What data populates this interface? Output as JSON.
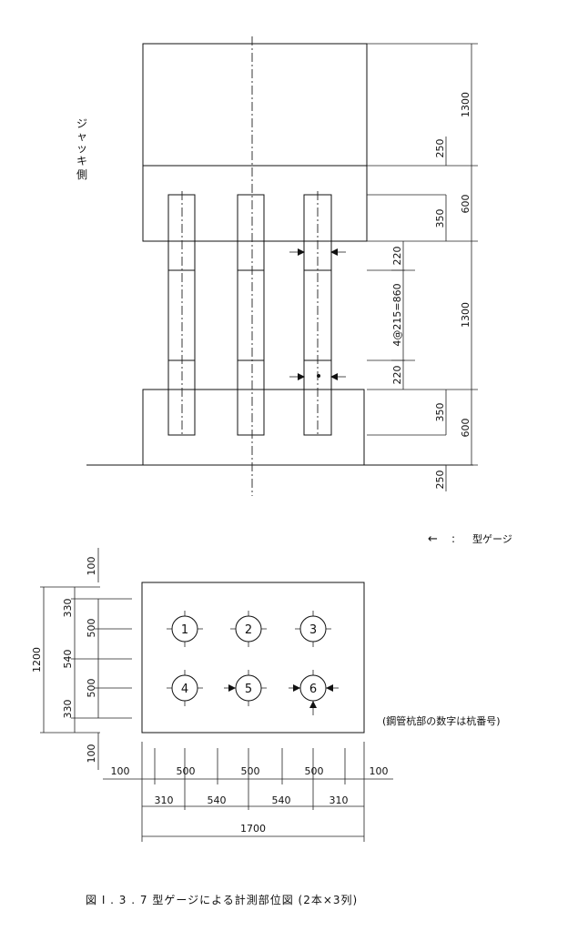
{
  "side_label": [
    "ジ",
    "ャ",
    "ッ",
    "キ",
    "側"
  ],
  "elevation": {
    "dims_right": {
      "d1300_top": "1300",
      "d250_top": "250",
      "d600_top": "600",
      "d350_top": "350",
      "d220_top": "220",
      "d_middle": "4@215=860",
      "d1300_mid": "1300",
      "d220_bottom": "220",
      "d350_bottom": "350",
      "d600_bottom": "600",
      "d250_bottom": "250"
    }
  },
  "legend": {
    "arrow": "←",
    "separator": ":",
    "text": "型ゲージ"
  },
  "plan": {
    "piles": [
      "1",
      "2",
      "3",
      "4",
      "5",
      "6"
    ],
    "note": "(鋼管杭部の数字は杭番号)",
    "dims_left": {
      "top100": "100",
      "total": "1200",
      "a330": "330",
      "b500": "500",
      "c540": "540",
      "d500": "500",
      "e330": "330",
      "bottom100": "100"
    },
    "dims_bottom": {
      "left100": "100",
      "s500a": "500",
      "s500b": "500",
      "s500c": "500",
      "right100": "100",
      "s310a": "310",
      "s540a": "540",
      "s540b": "540",
      "s310b": "310",
      "total": "1700"
    }
  },
  "caption": "図 I . 3 . 7  型ゲージによる計測部位図 (2本×3列)"
}
